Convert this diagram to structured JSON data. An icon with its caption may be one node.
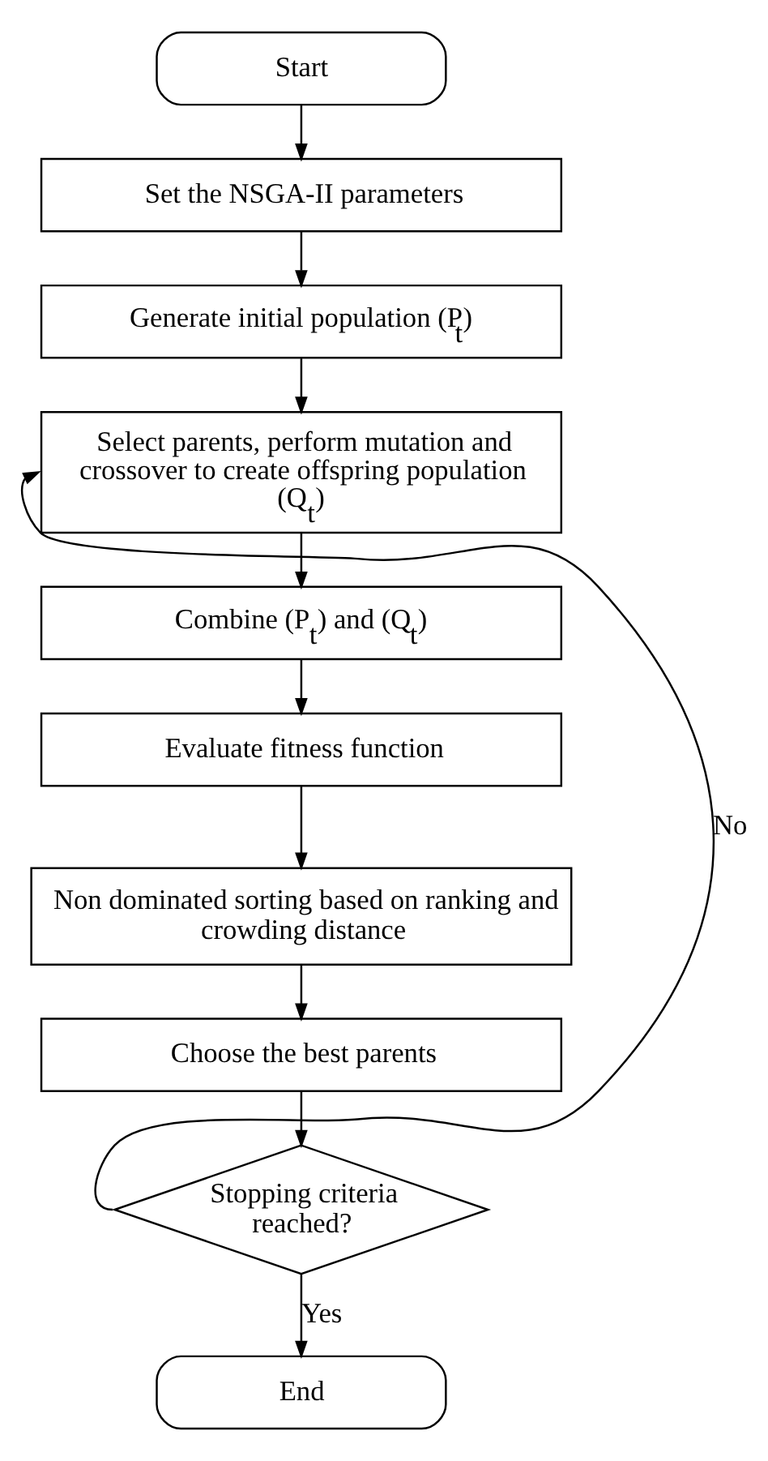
{
  "diagram": {
    "nodes": [
      {
        "text": [
          "Start"
        ]
      },
      {
        "text": [
          "Set the NSGA-II parameters"
        ]
      },
      {
        "text": [
          "Generate initial population (P$_{t}$)"
        ]
      },
      {
        "text": [
          "Select parents, perform mutation and crossover to create offspring population  (Q$_{t}$)"
        ]
      },
      {
        "text": [
          "Combine (P$_{t}$) and (Q$_{t}$)"
        ]
      },
      {
        "text": [
          "Evaluate fitness function"
        ]
      },
      {
        "text": [
          "Non dominated sorting based on ranking and crowding distance"
        ]
      },
      {
        "text": [
          "Choose the best parents"
        ]
      },
      {
        "text": [
          "Stopping criteria reached?"
        ]
      },
      {
        "text": [
          "End"
        ]
      }
    ],
    "edges": [
      {
        "from": 0,
        "to": 1,
        "arrow": "to"
      },
      {
        "from": 1,
        "to": 2,
        "arrow": "to"
      },
      {
        "from": 2,
        "to": 3,
        "arrow": "to"
      },
      {
        "from": 3,
        "to": 4,
        "arrow": "to"
      },
      {
        "from": 4,
        "to": 5,
        "arrow": "to"
      },
      {
        "from": 5,
        "to": 6,
        "arrow": "to"
      },
      {
        "from": 6,
        "to": 7,
        "arrow": "to"
      },
      {
        "from": 7,
        "to": 8,
        "arrow": "to"
      },
      {
        "from": 8,
        "to": 9,
        "label": "Yes",
        "arrow": "to"
      },
      {
        "from": 8,
        "to": 3,
        "label": "No",
        "arrow": "to"
      }
    ]
  }
}
